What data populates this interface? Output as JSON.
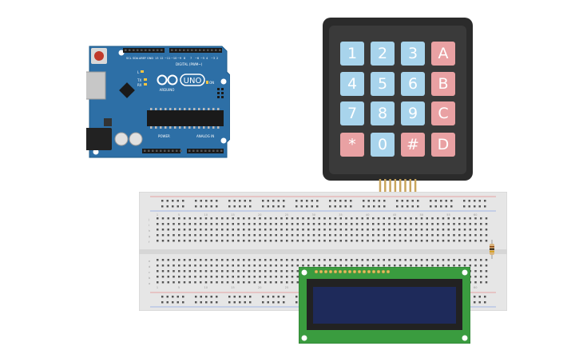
{
  "arduino": {
    "logo_text": "UNO",
    "brand_text": "ARDUINO",
    "digital_label": "DIGITAL (PWM~)",
    "power_label": "POWER",
    "analog_label": "ANALOG IN",
    "tx_label": "TX",
    "rx_label": "RX",
    "l_label": "L",
    "on_label": "ON",
    "color_board": "#2d6fa6"
  },
  "keypad": {
    "keys": [
      "1",
      "2",
      "3",
      "A",
      "4",
      "5",
      "6",
      "B",
      "7",
      "8",
      "9",
      "C",
      "*",
      "0",
      "#",
      "D"
    ],
    "color_numeric": "#a8d4ec",
    "color_letter": "#e9a1a3"
  },
  "breadboard": {
    "column_numbers": [
      "1",
      "5",
      "10",
      "15",
      "20",
      "25",
      "30",
      "35",
      "40",
      "45",
      "50",
      "55",
      "60"
    ],
    "row_letters_top": [
      "j",
      "i",
      "h",
      "g",
      "f"
    ],
    "row_letters_bottom": [
      "e",
      "d",
      "c",
      "b",
      "a"
    ]
  },
  "lcd": {
    "color_pcb": "#3a9c3f",
    "color_screen": "#1e2a5a"
  }
}
